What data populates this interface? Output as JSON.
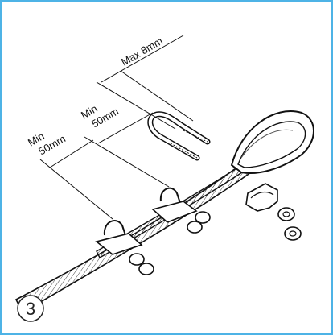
{
  "border_color": "#4db3e6",
  "step_number": "3",
  "dimensions": {
    "max_gap": "Max 8mm",
    "spacing_1_line1": "Min",
    "spacing_1_line2": "50mm",
    "spacing_2_line1": "Min",
    "spacing_2_line2": "50mm"
  }
}
